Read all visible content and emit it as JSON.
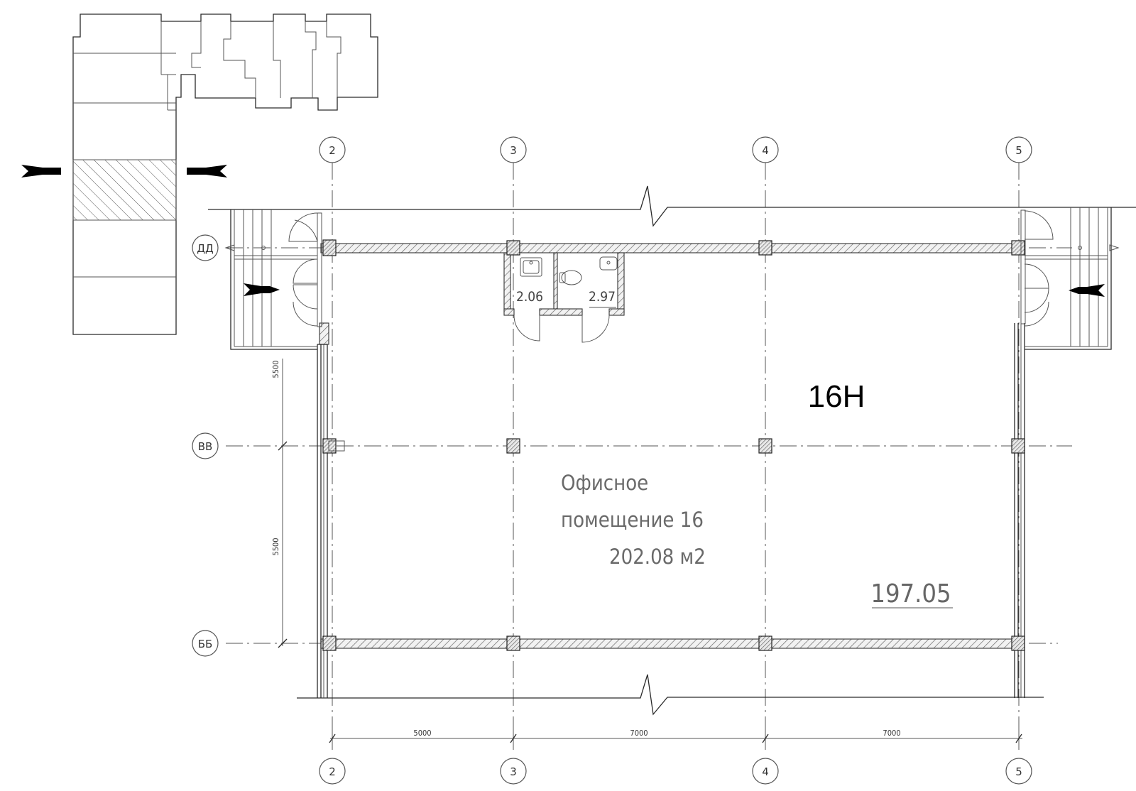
{
  "grid_axes": {
    "columns": [
      "2",
      "3",
      "4",
      "5"
    ],
    "rows": [
      "ДД",
      "ВВ",
      "ББ"
    ]
  },
  "dimensions": {
    "horizontal": [
      "5000",
      "7000",
      "7000"
    ],
    "vertical": [
      "5500",
      "5500"
    ]
  },
  "rooms": {
    "bathroom_1_area": "2.06",
    "bathroom_2_area": "2.97",
    "unit_label": "16Н",
    "office_name_line1": "Офисное",
    "office_name_line2": "помещение 16",
    "office_area": "202.08 м2",
    "floor_level": "197.05"
  },
  "colors": {
    "line": "#2a2a2a",
    "hatch": "#6b6b6b",
    "text_grey": "#666666",
    "text_black": "#000000"
  }
}
